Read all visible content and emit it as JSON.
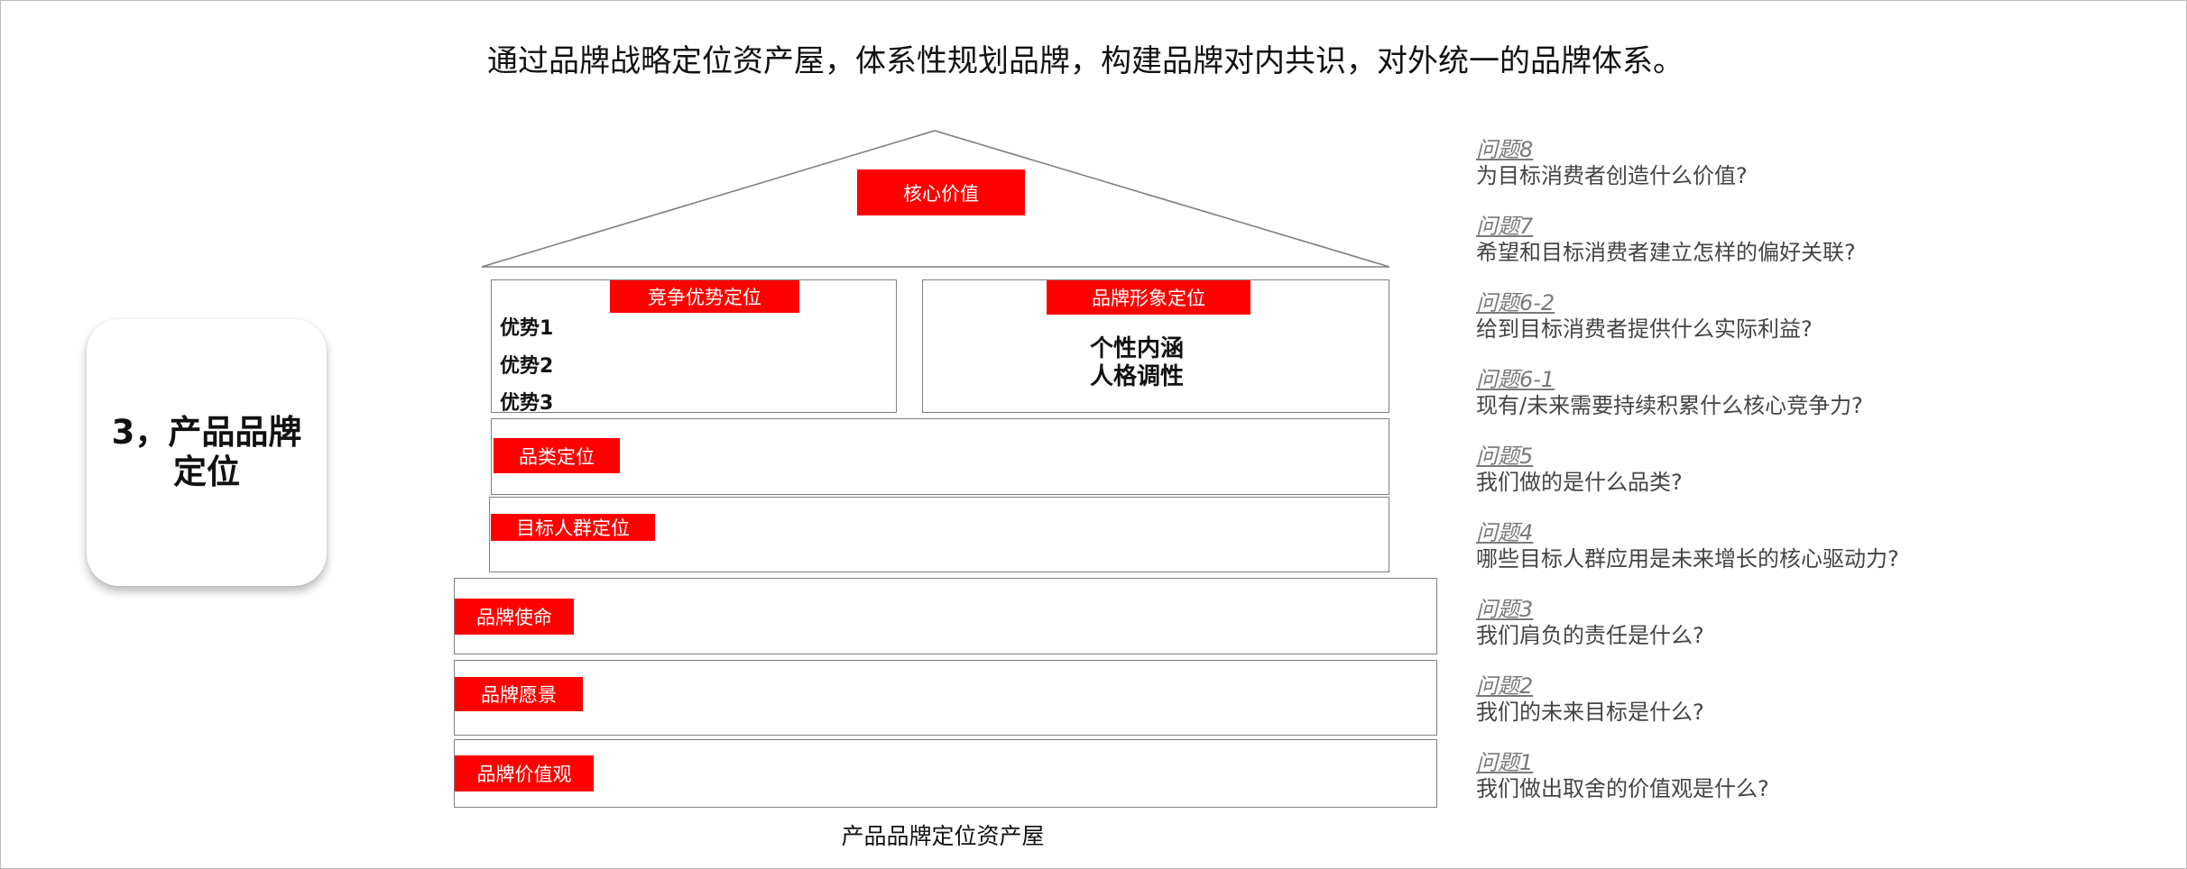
{
  "headline": "通过品牌战略定位资产屋，体系性规划品牌，构建品牌对内共识，对外统一的品牌体系。",
  "side_card": {
    "title": "3，产品品牌定位"
  },
  "house": {
    "core_value": "核心价值",
    "competitive": {
      "tag": "竞争优势定位",
      "items": [
        "优势1",
        "优势2",
        "优势3"
      ]
    },
    "image": {
      "tag": "品牌形象定位",
      "lines": [
        "个性内涵",
        "人格调性"
      ]
    },
    "category": "品类定位",
    "target_group": "目标人群定位",
    "mission": "品牌使命",
    "vision": "品牌愿景",
    "values": "品牌价值观",
    "caption": "产品品牌定位资产屋"
  },
  "questions": [
    {
      "title": "问题8",
      "text": "为目标消费者创造什么价值?"
    },
    {
      "title": "问题7",
      "text": "希望和目标消费者建立怎样的偏好关联?"
    },
    {
      "title": "问题6-2",
      "text": "给到目标消费者提供什么实际利益?"
    },
    {
      "title": "问题6-1",
      "text": "现有/未来需要持续积累什么核心竞争力?"
    },
    {
      "title": "问题5",
      "text": "我们做的是什么品类?"
    },
    {
      "title": "问题4",
      "text": "哪些目标人群应用是未来增长的核心驱动力?"
    },
    {
      "title": "问题3",
      "text": "我们肩负的责任是什么?"
    },
    {
      "title": "问题2",
      "text": "我们的未来目标是什么?"
    },
    {
      "title": "问题1",
      "text": "我们做出取舍的价值观是什么?"
    }
  ],
  "colors": {
    "tag_red": "#ff0000",
    "border_gray": "#7f7f7f"
  }
}
